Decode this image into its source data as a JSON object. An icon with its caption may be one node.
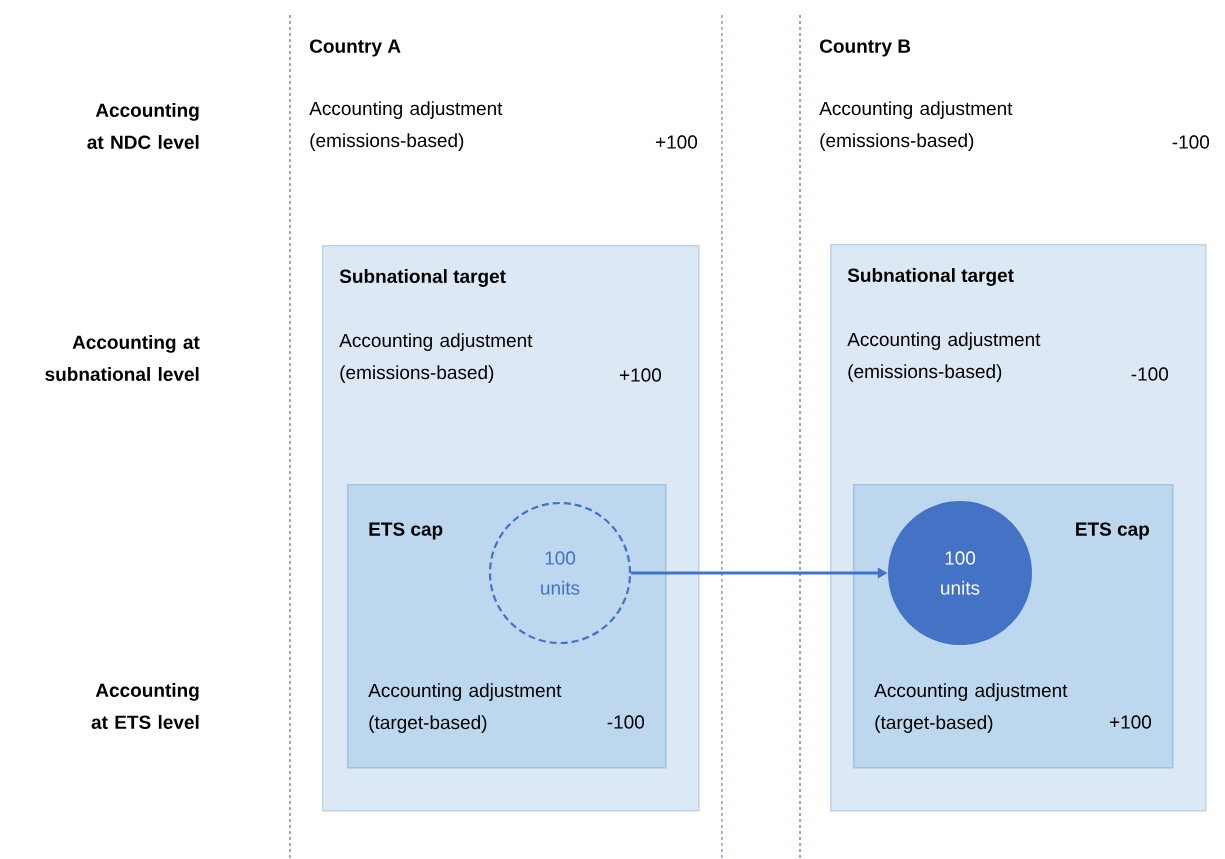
{
  "diagram": {
    "nodes": [
      {
        "text": [
          "Subnational target",
          "Accounting adjustment (emissions-based)",
          "+100"
        ]
      },
      {
        "text": [
          "ETS cap",
          "Accounting adjustment (target-based)",
          "-100"
        ],
        "in": 0
      },
      {
        "text": [
          "100 units"
        ],
        "in": 1
      },
      {
        "text": [
          "Subnational target",
          "Accounting adjustment (emissions-based)",
          "-100"
        ]
      },
      {
        "text": [
          "ETS cap",
          "Accounting adjustment (target-based)",
          "+100"
        ],
        "in": 3
      },
      {
        "text": [
          "100 units"
        ],
        "in": 4
      }
    ],
    "edges": [
      {
        "from": 2,
        "to": 5,
        "arrow": "to"
      }
    ],
    "labels": [
      "Country A",
      "Country B",
      "Accounting at NDC level",
      "Accounting adjustment (emissions-based)",
      "+100",
      "Accounting adjustment (emissions-based)",
      "-100",
      "Accounting at subnational level",
      "Accounting at ETS level"
    ]
  }
}
